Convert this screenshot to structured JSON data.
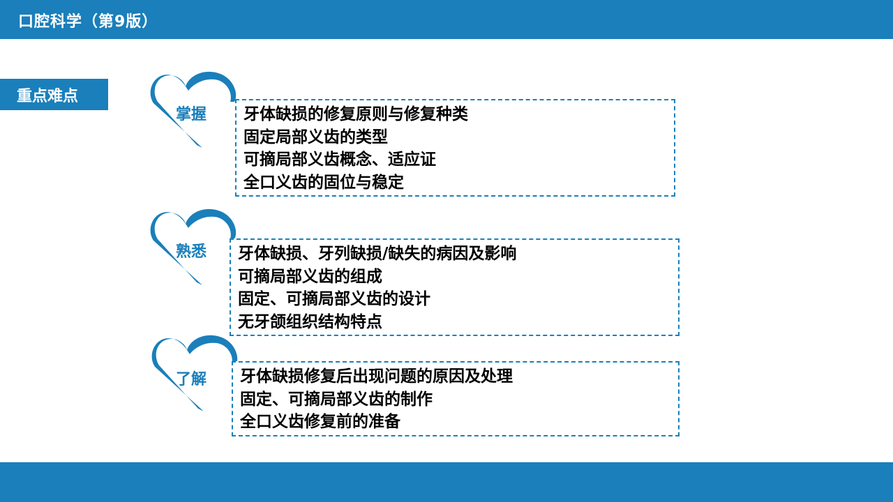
{
  "header": {
    "title": "口腔科学（第9版）"
  },
  "key_tag": {
    "label": "重点难点"
  },
  "colors": {
    "accent": "#1a7fba",
    "text": "#000000",
    "background": "#ffffff"
  },
  "sections": [
    {
      "label": "掌握",
      "icon": "heart-icon",
      "items": [
        "牙体缺损的修复原则与修复种类",
        "固定局部义齿的类型",
        "可摘局部义齿概念、适应证",
        "全口义齿的固位与稳定"
      ]
    },
    {
      "label": "熟悉",
      "icon": "heart-icon",
      "items": [
        "牙体缺损、牙列缺损/缺失的病因及影响",
        "可摘局部义齿的组成",
        "固定、可摘局部义齿的设计",
        "无牙颌组织结构特点"
      ]
    },
    {
      "label": "了解",
      "icon": "heart-icon",
      "items": [
        "牙体缺损修复后出现问题的原因及处理",
        "固定、可摘局部义齿的制作",
        "全口义齿修复前的准备"
      ]
    }
  ]
}
